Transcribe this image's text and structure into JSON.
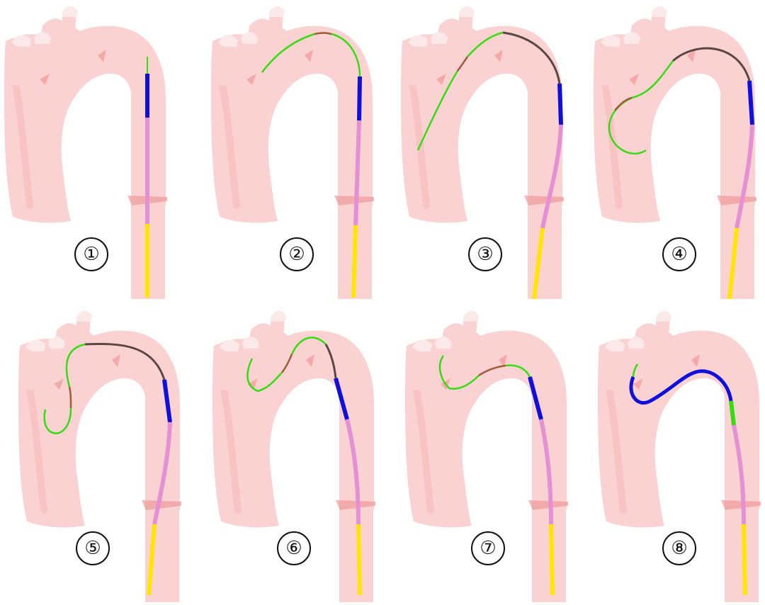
{
  "colors": {
    "aorta": "#fbd2d2",
    "aorta_edge": "#f4b4b4",
    "ostia_tip": "#fbe9e9",
    "plane": "#ee9a9a",
    "guidewire_green": "#33dd11",
    "brown": "#a05a3c",
    "dark": "#5a4644",
    "blue": "#1010dd",
    "pink": "#e58fd4",
    "yellow": "#ffe500"
  },
  "panels": [
    {
      "label": "①"
    },
    {
      "label": "②"
    },
    {
      "label": "③"
    },
    {
      "label": "④"
    },
    {
      "label": "⑤"
    },
    {
      "label": "⑥"
    },
    {
      "label": "⑦"
    },
    {
      "label": "⑧"
    }
  ]
}
